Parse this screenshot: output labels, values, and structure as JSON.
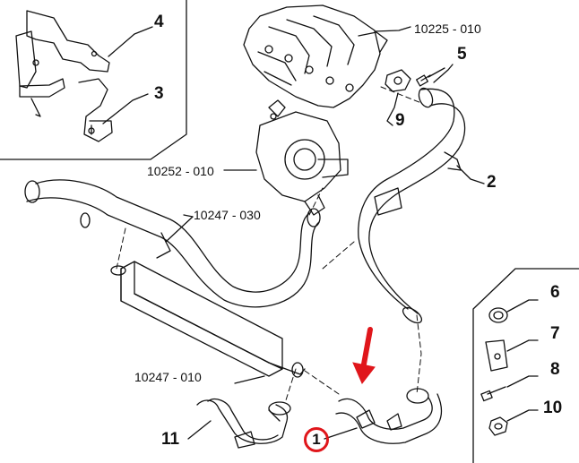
{
  "diagram": {
    "callouts": {
      "c1": "1",
      "c2": "2",
      "c3": "3",
      "c4": "4",
      "c5": "5",
      "c6": "6",
      "c7": "7",
      "c8": "8",
      "c9": "9",
      "c10": "10",
      "c11": "11"
    },
    "codes": {
      "intake_manifold": "10225 - 010",
      "turbocharger": "10252 - 010",
      "intercooler_pipe": "10247 - 030",
      "intercooler": "10247 - 010"
    },
    "highlight": {
      "arrow_color": "#e0161b",
      "circled_part": "1"
    }
  }
}
